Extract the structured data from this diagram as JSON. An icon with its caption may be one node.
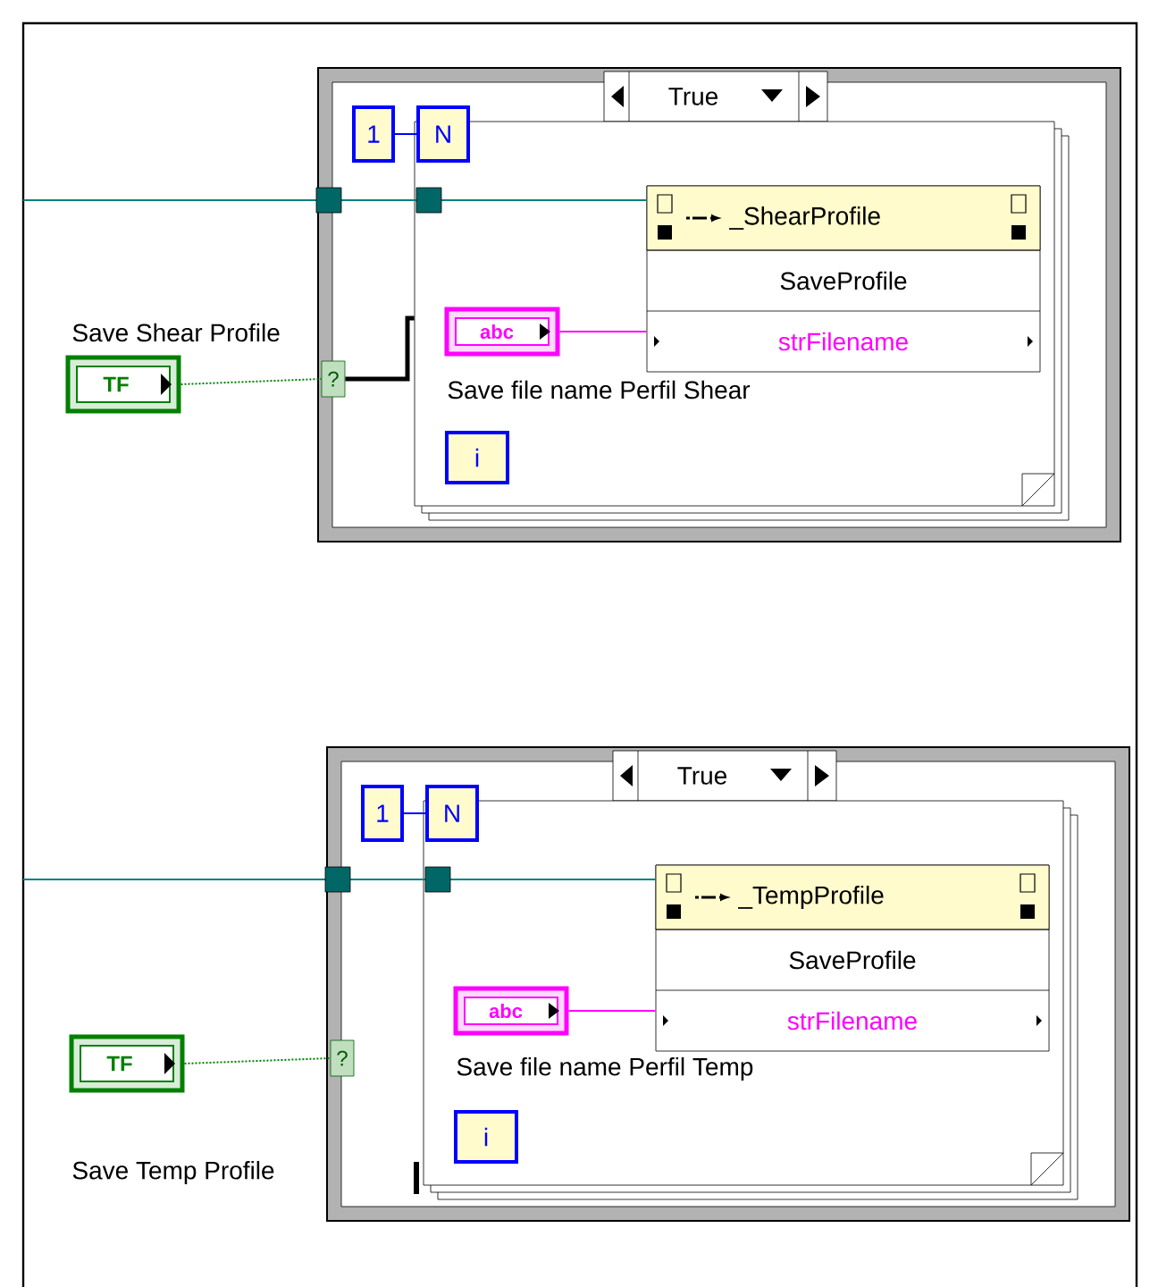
{
  "diagram": {
    "nodes": [
      {
        "text": [
          "True"
        ]
      },
      {
        "text": [],
        "shape": "box",
        "in": 0
      },
      {
        "text": [
          "1"
        ],
        "in": 0
      },
      {
        "text": [
          "N"
        ],
        "in": 1
      },
      {
        "text": [
          "_ShearProfile",
          "SaveProfile",
          "strFilename"
        ],
        "in": 1
      },
      {
        "text": [
          "abc"
        ],
        "in": 1
      },
      {
        "text": [
          "i"
        ],
        "in": 1
      },
      {
        "text": [
          "TF"
        ],
        "beside": [
          "Save Shear Profile"
        ]
      },
      {
        "text": [
          "?"
        ],
        "in": 0
      },
      {
        "text": [
          "True"
        ]
      },
      {
        "text": [],
        "shape": "box",
        "in": 9
      },
      {
        "text": [
          "1"
        ],
        "in": 9
      },
      {
        "text": [
          "N"
        ],
        "in": 10
      },
      {
        "text": [
          "_TempProfile",
          "SaveProfile",
          "strFilename"
        ],
        "in": 10
      },
      {
        "text": [
          "abc"
        ],
        "in": 10
      },
      {
        "text": [
          "i"
        ],
        "in": 10
      },
      {
        "text": [
          "TF"
        ],
        "beside": [
          "Save Temp Profile"
        ]
      },
      {
        "text": [
          "?"
        ],
        "in": 9
      }
    ],
    "edges": [
      {
        "from": 2,
        "to": 3,
        "arrow": "none",
        "color": "#0000ff"
      },
      {
        "from": null,
        "to": 4,
        "arrow": "none",
        "color": "#008080"
      },
      {
        "from": 5,
        "to": 4,
        "arrow": "none",
        "color": "#ff00ff"
      },
      {
        "from": 7,
        "to": 8,
        "arrow": "none",
        "style": "dashed",
        "color": "#008000"
      },
      {
        "from": 8,
        "to": 1,
        "arrow": "none",
        "style": "thick",
        "color": "#000000"
      },
      {
        "from": 11,
        "to": 12,
        "arrow": "none",
        "color": "#0000ff"
      },
      {
        "from": null,
        "to": 13,
        "arrow": "none",
        "color": "#008080"
      },
      {
        "from": 14,
        "to": 13,
        "arrow": "none",
        "color": "#ff00ff"
      },
      {
        "from": 16,
        "to": 17,
        "arrow": "none",
        "style": "dashed",
        "color": "#008000"
      }
    ],
    "labels": [
      "Save file name Perfil Shear",
      "Save file name Perfil Temp"
    ]
  }
}
